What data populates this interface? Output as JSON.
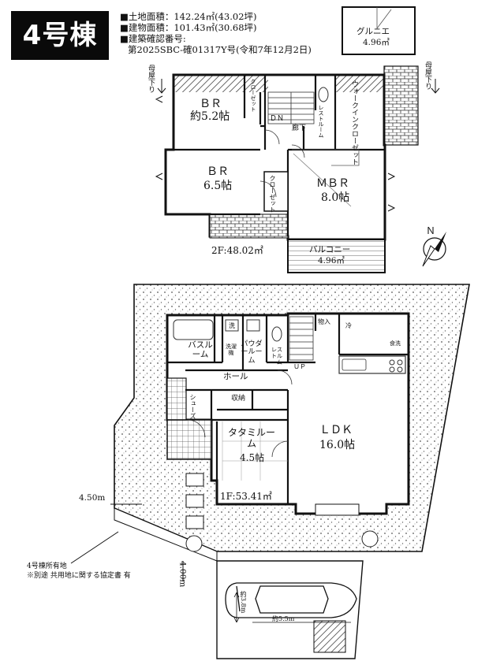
{
  "building": {
    "title": "4号棟"
  },
  "info": {
    "land_area": "■土地面積：142.24㎡(43.02坪)",
    "building_area": "■建物面積：101.43㎡(30.68坪)",
    "cert_label": "■建築確認番号:",
    "cert_number": "第2025SBC-確01317Y号(令和7年12月2日)"
  },
  "garden": {
    "name": "グルニエ",
    "area": "4.96㎡"
  },
  "floor2": {
    "area": "2F:48.02㎡",
    "roof_left": "母屋下り",
    "roof_right": "母屋下り",
    "br1": {
      "name": "ＢＲ",
      "size": "約5.2帖"
    },
    "closet_a": "クローゼット",
    "dn": "ＤＮ",
    "restroom": "レストルーム",
    "walkin": "ウォークインクローゼット",
    "hall": "廊下",
    "br2": {
      "name": "ＢＲ",
      "size": "6.5帖"
    },
    "closet_b": "クローゼット",
    "mbr": {
      "name": "ＭＢＲ",
      "size": "8.0帖"
    },
    "balcony": {
      "name": "バルコニー",
      "area": "4.96㎡"
    }
  },
  "floor1": {
    "area": "1F:53.41㎡",
    "bath": "バスルーム",
    "wash": "洗",
    "laundry": "洗濯機",
    "powder": "パウダールーム",
    "restroom": "レストルーム",
    "storage_small": "物入",
    "fridge": "冷",
    "hall": "ホール",
    "up": "ＵＰ",
    "shoes": "シューズ",
    "shuno": "収納",
    "tatami": {
      "name": "タタミルーム",
      "size": "4.5帖"
    },
    "ldk": {
      "name": "ＬＤＫ",
      "size": "16.0帖"
    },
    "dishwasher": "食洗"
  },
  "site": {
    "width_label": "4.50m",
    "depth_label": "4.00m",
    "note_line1": "4号棟所有地",
    "note_line2": "※別途 共用地に関する協定書 有",
    "car_length": "約3.8m",
    "car_width": "約5.5m"
  },
  "compass": {
    "label": "Ｎ"
  }
}
